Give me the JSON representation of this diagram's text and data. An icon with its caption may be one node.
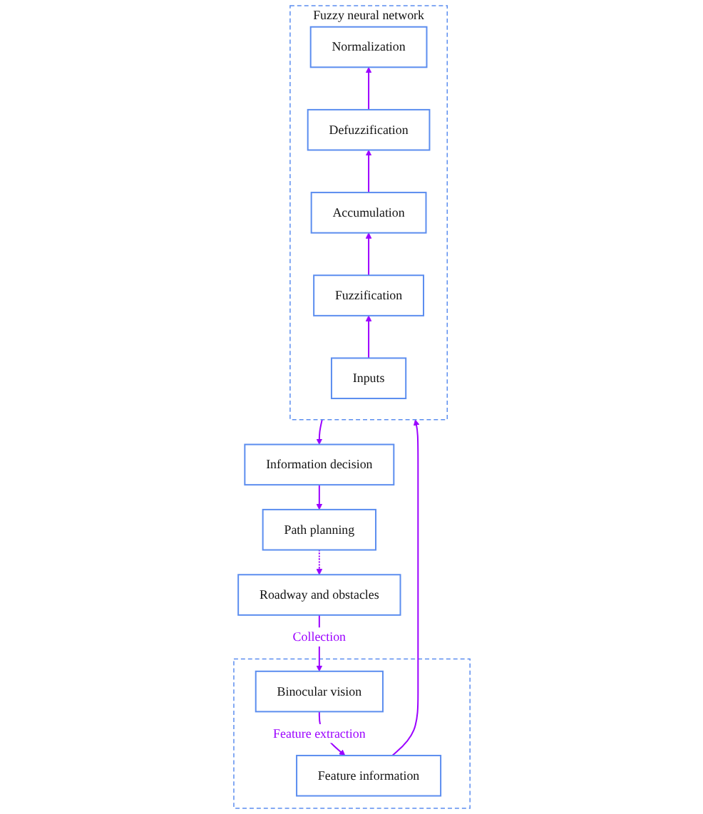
{
  "diagram": {
    "nodes": [
      {
        "text": [
          "Path planning"
        ]
      },
      {
        "text": [
          "Information decision"
        ]
      },
      {
        "text": [
          "Roadway and obstacles"
        ]
      },
      {
        "text": [
          "Fuzzy neural network"
        ]
      },
      {
        "text": [
          "Normalization"
        ],
        "in": 3
      },
      {
        "text": [
          "Defuzzification"
        ],
        "in": 3
      },
      {
        "text": [
          "Accumulation"
        ],
        "in": 3
      },
      {
        "text": [
          "Fuzzification"
        ],
        "in": 3
      },
      {
        "text": [
          "Inputs"
        ],
        "in": 3
      },
      {
        "text": [],
        "shape": "box"
      },
      {
        "text": [
          "Binocular vision"
        ],
        "in": 9
      },
      {
        "text": [
          "Feature information"
        ],
        "in": 9
      }
    ],
    "edges": [
      {
        "from": 1,
        "to": 0,
        "arrow": "to"
      },
      {
        "from": 0,
        "to": 2,
        "arrow": "to",
        "style": "dashed"
      },
      {
        "from": 3,
        "to": 1,
        "arrow": "to"
      },
      {
        "from": 8,
        "to": 7,
        "arrow": "to"
      },
      {
        "from": 7,
        "to": 6,
        "arrow": "to"
      },
      {
        "from": 6,
        "to": 5,
        "arrow": "to"
      },
      {
        "from": 5,
        "to": 4,
        "arrow": "to"
      },
      {
        "from": 2,
        "to": 10,
        "arrow": "to",
        "label": "Collection"
      },
      {
        "from": 10,
        "to": 11,
        "arrow": "to",
        "label": "Feature extraction"
      },
      {
        "from": 11,
        "to": 3,
        "arrow": "to"
      }
    ]
  }
}
